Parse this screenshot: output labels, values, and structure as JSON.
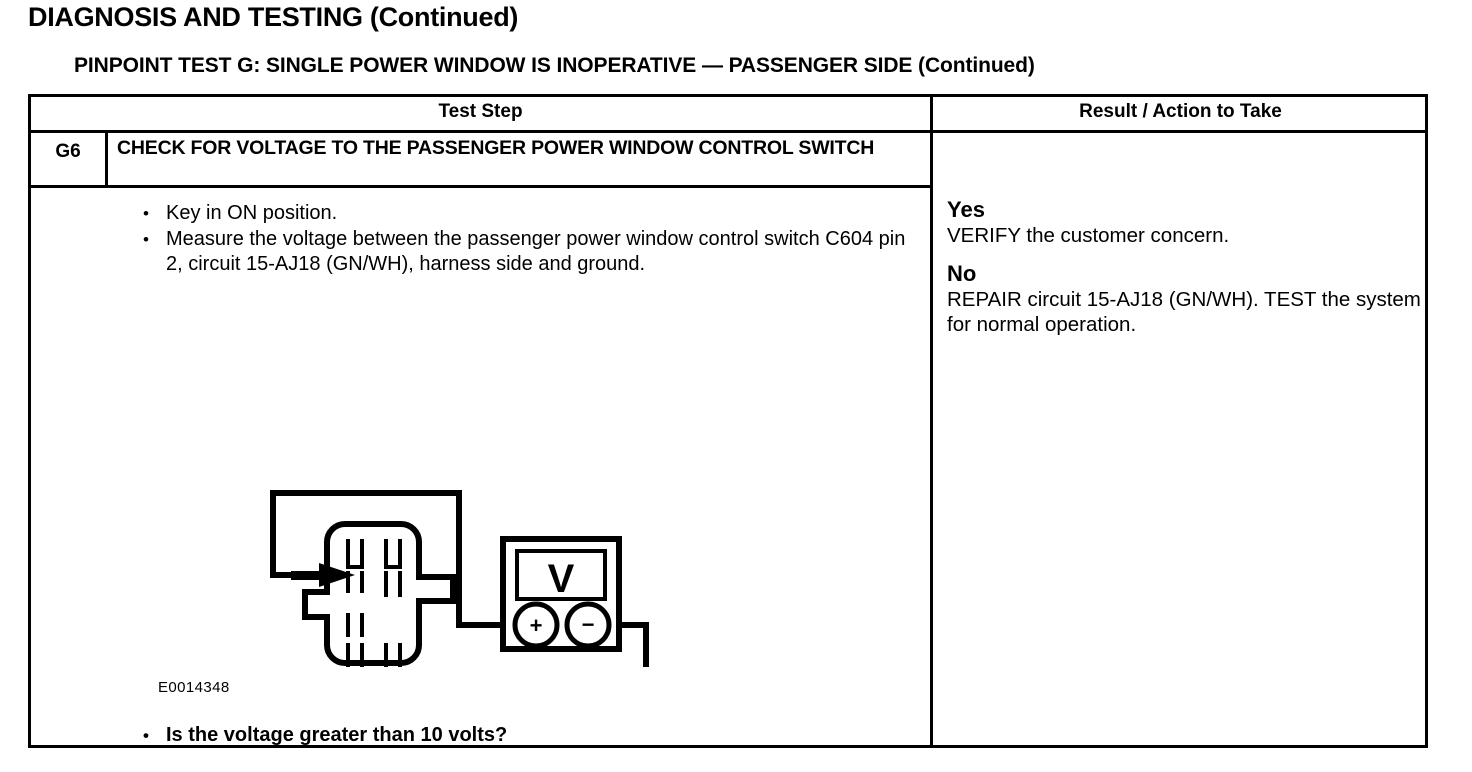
{
  "page": {
    "title": "DIAGNOSIS AND TESTING (Continued)",
    "subtitle": "PINPOINT TEST G: SINGLE POWER WINDOW IS INOPERATIVE — PASSENGER SIDE (Continued)"
  },
  "table": {
    "headers": {
      "test_step": "Test Step",
      "result_action": "Result / Action to Take"
    },
    "step": {
      "id": "G6",
      "title": "CHECK FOR VOLTAGE TO THE PASSENGER POWER WINDOW CONTROL SWITCH",
      "bullets": [
        "Key in ON position.",
        "Measure the voltage between the passenger power window control switch C604 pin 2, circuit 15-AJ18 (GN/WH), harness side and ground."
      ],
      "bullet_marker": "•",
      "figure_id": "E0014348",
      "final_question": "Is the voltage greater than 10 volts?",
      "results": [
        {
          "answer": "Yes",
          "action": "VERIFY the customer concern."
        },
        {
          "answer": "No",
          "action": "REPAIR circuit 15-AJ18 (GN/WH). TEST the system for normal operation."
        }
      ]
    }
  },
  "diagram": {
    "meter_label": "V",
    "positive_terminal": "+",
    "negative_terminal": "−",
    "line_color": "#000000"
  }
}
